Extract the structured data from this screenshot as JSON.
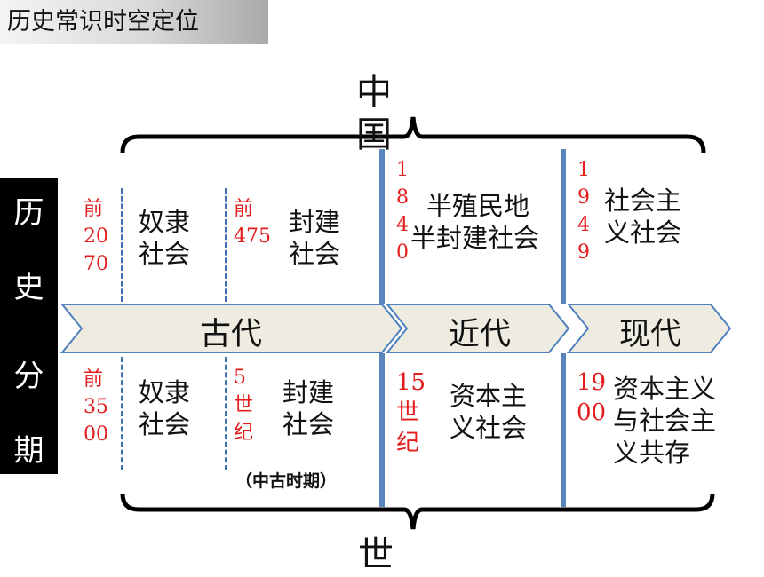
{
  "slide_title": "历史常识时空定位",
  "side_label": [
    "历",
    "史",
    "分",
    "期"
  ],
  "china_label": "中国",
  "world_label": "世",
  "periods": {
    "ancient": "古代",
    "modern": "近代",
    "contemporary": "现代"
  },
  "china": {
    "slave": {
      "date_lines": [
        "前",
        "20",
        "70"
      ],
      "label_lines": [
        "奴隶",
        "社会"
      ]
    },
    "feudal": {
      "date_lines": [
        "前",
        "475"
      ],
      "label_lines": [
        "封建",
        "社会"
      ]
    },
    "semi": {
      "date_lines": [
        "1",
        "8",
        "4",
        "0"
      ],
      "label_lines": [
        "半殖民地",
        "半封建社会"
      ]
    },
    "socialist": {
      "date_lines": [
        "1",
        "9",
        "4",
        "9"
      ],
      "label_lines": [
        "社会主",
        "义社会"
      ]
    }
  },
  "world": {
    "slave": {
      "date_lines": [
        "前",
        "35",
        "00"
      ],
      "label_lines": [
        "奴隶",
        "社会"
      ]
    },
    "feudal": {
      "date_lines": [
        "5",
        "世",
        "纪"
      ],
      "label_lines": [
        "封建",
        "社会"
      ],
      "note": "（中古时期）"
    },
    "capitalist": {
      "date_lines": [
        "15",
        "世",
        "纪"
      ],
      "label_lines": [
        "资本主",
        "义社会"
      ]
    },
    "coexist": {
      "date_lines": [
        "19",
        "00"
      ],
      "label_lines": [
        "资本主义",
        "与社会主",
        "义共存"
      ]
    }
  },
  "colors": {
    "arrow_fill": "#eeece1",
    "arrow_stroke": "#4f81bd",
    "divider": "#5b86bd",
    "date_red": "#e31c1c"
  }
}
